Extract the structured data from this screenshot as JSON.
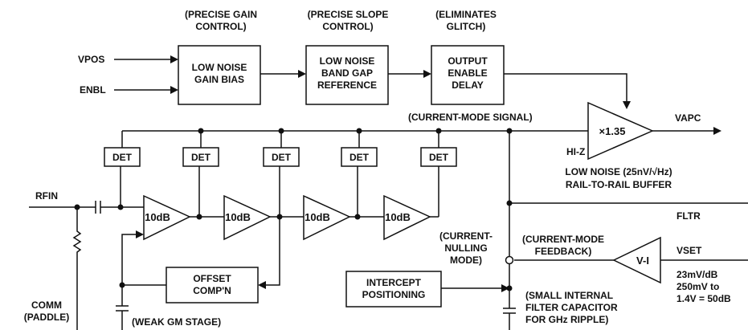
{
  "annotations": {
    "gain_control": [
      "(PRECISE GAIN",
      "CONTROL)"
    ],
    "slope_control": [
      "(PRECISE SLOPE",
      "CONTROL)"
    ],
    "glitch": [
      "(ELIMINATES",
      "GLITCH)"
    ],
    "current_mode_signal": "(CURRENT-MODE SIGNAL)",
    "low_noise_buffer": [
      "LOW NOISE (25nV/√Hz)",
      "RAIL-TO-RAIL BUFFER"
    ],
    "current_nulling": [
      "(CURRENT-",
      "NULLING",
      "MODE)"
    ],
    "current_mode_feedback": [
      "(CURRENT-MODE",
      "FEEDBACK)"
    ],
    "weak_gm": "(WEAK GM STAGE)",
    "filter_cap": [
      "(SMALL INTERNAL",
      "FILTER CAPACITOR",
      "FOR GHz RIPPLE)"
    ],
    "vset_scale": [
      "23mV/dB",
      "250mV to",
      "1.4V = 50dB"
    ],
    "hi_z": "HI-Z"
  },
  "pins": {
    "vpos": "VPOS",
    "enbl": "ENBL",
    "rfin": "RFIN",
    "comm": [
      "COMM",
      "(PADDLE)"
    ],
    "vapc": "VAPC",
    "fltr": "FLTR",
    "vset": "VSET"
  },
  "blocks": {
    "gain_bias": [
      "LOW NOISE",
      "GAIN BIAS"
    ],
    "bandgap": [
      "LOW NOISE",
      "BAND GAP",
      "REFERENCE"
    ],
    "enable_delay": [
      "OUTPUT",
      "ENABLE",
      "DELAY"
    ],
    "offset_comp": [
      "OFFSET",
      "COMP'N"
    ],
    "intercept": [
      "INTERCEPT",
      "POSITIONING"
    ]
  },
  "amplifiers": {
    "gain_stage": "10dB",
    "buffer": "×1.35",
    "vi": "V-I"
  },
  "detector": "DET"
}
